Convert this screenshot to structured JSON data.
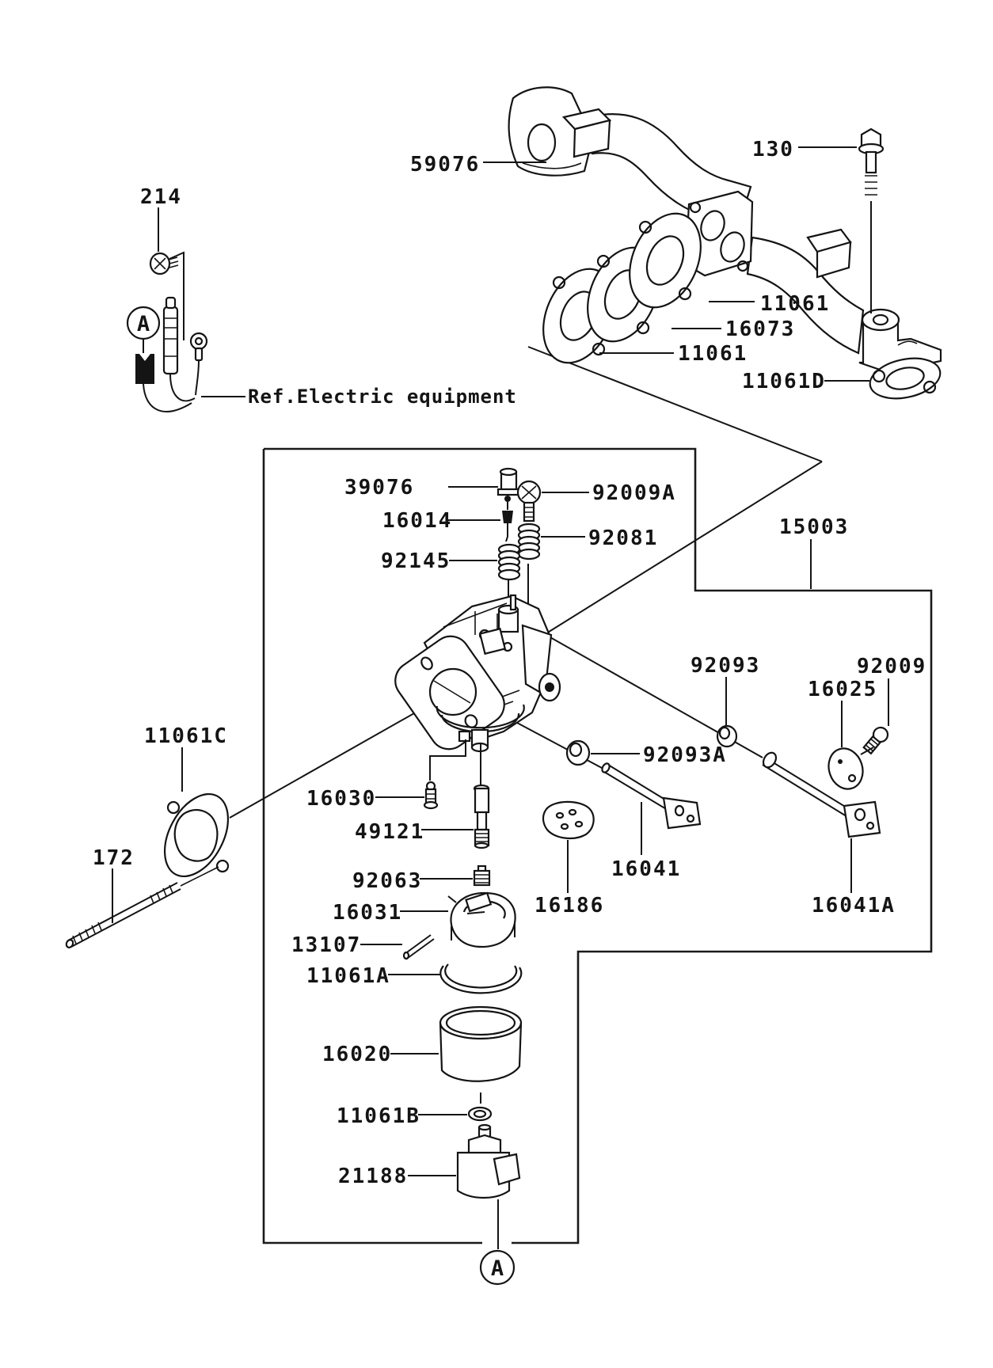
{
  "figure": {
    "type": "exploded-parts-diagram",
    "subject": "carburetor and intake manifold assembly",
    "detail_marker": "A",
    "ref_note": "Ref.Electric equipment",
    "labels": [
      {
        "id": "214",
        "text": "214"
      },
      {
        "id": "59076",
        "text": "59076"
      },
      {
        "id": "130",
        "text": "130"
      },
      {
        "id": "11061-top",
        "text": "11061"
      },
      {
        "id": "16073",
        "text": "16073"
      },
      {
        "id": "11061-mid",
        "text": "11061"
      },
      {
        "id": "11061D",
        "text": "11061D"
      },
      {
        "id": "39076",
        "text": "39076"
      },
      {
        "id": "92009A",
        "text": "92009A"
      },
      {
        "id": "16014",
        "text": "16014"
      },
      {
        "id": "92081",
        "text": "92081"
      },
      {
        "id": "92145",
        "text": "92145"
      },
      {
        "id": "15003",
        "text": "15003"
      },
      {
        "id": "92093",
        "text": "92093"
      },
      {
        "id": "16025",
        "text": "16025"
      },
      {
        "id": "92009",
        "text": "92009"
      },
      {
        "id": "11061C",
        "text": "11061C"
      },
      {
        "id": "92093A",
        "text": "92093A"
      },
      {
        "id": "16030",
        "text": "16030"
      },
      {
        "id": "49121",
        "text": "49121"
      },
      {
        "id": "172",
        "text": "172"
      },
      {
        "id": "92063",
        "text": "92063"
      },
      {
        "id": "16041",
        "text": "16041"
      },
      {
        "id": "16186",
        "text": "16186"
      },
      {
        "id": "16031",
        "text": "16031"
      },
      {
        "id": "16041A",
        "text": "16041A"
      },
      {
        "id": "13107",
        "text": "13107"
      },
      {
        "id": "11061A",
        "text": "11061A"
      },
      {
        "id": "16020",
        "text": "16020"
      },
      {
        "id": "11061B",
        "text": "11061B"
      },
      {
        "id": "21188",
        "text": "21188"
      }
    ]
  }
}
